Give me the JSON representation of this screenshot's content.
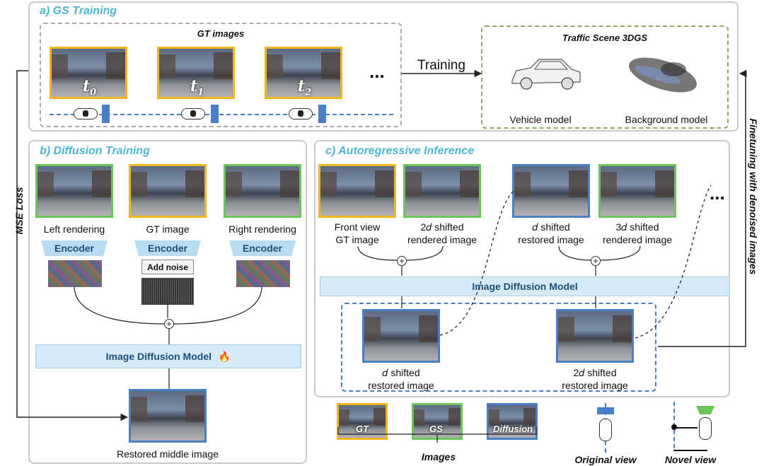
{
  "panel_a": {
    "title": "a) GS Training",
    "gt_images_label": "GT images",
    "frames": [
      {
        "base": "t",
        "sub": "0"
      },
      {
        "base": "t",
        "sub": "1"
      },
      {
        "base": "t",
        "sub": "2"
      }
    ],
    "ellipsis": "...",
    "training_label": "Training",
    "scene_title": "Traffic Scene 3DGS",
    "vehicle_label": "Vehicle model",
    "background_label": "Background model"
  },
  "side": {
    "mse_loss": "MSE Loss",
    "finetuning": "Finetuning with denoised images"
  },
  "panel_b": {
    "title": "b) Diffusion Training",
    "left_label": "Left rendering",
    "gt_label": "GT image",
    "right_label": "Right rendering",
    "encoder": "Encoder",
    "add_noise": "Add noise",
    "plus": "+",
    "model": "Image Diffusion Model",
    "fire": "🔥",
    "output_label": "Restored middle image"
  },
  "panel_c": {
    "title": "c) Autoregressive Inference",
    "img1_l1": "Front view",
    "img1_l2": "GT image",
    "img2_l1": "2𝑑 shifted",
    "img2_l2": "rendered image",
    "img3_l1": "𝑑 shifted",
    "img3_l2": "restored image",
    "img4_l1": "3𝑑 shifted",
    "img4_l2": "rendered image",
    "ellipsis": "...",
    "plus": "+",
    "model": "Image Diffusion Model",
    "out1_l1": "𝑑 shifted",
    "out1_l2": "restored image",
    "out2_l1": "2𝑑 shifted",
    "out2_l2": "restored image"
  },
  "legend": {
    "gt": "GT",
    "gs": "GS",
    "diffusion": "Diffusion",
    "images": "Images",
    "original_view": "Original view",
    "novel_view": "Novel view"
  },
  "colors": {
    "gt_border": "#f2b51f",
    "gs_border": "#6cc55a",
    "diffusion_border": "#4a7fc8",
    "title_color": "#4db5d3"
  }
}
